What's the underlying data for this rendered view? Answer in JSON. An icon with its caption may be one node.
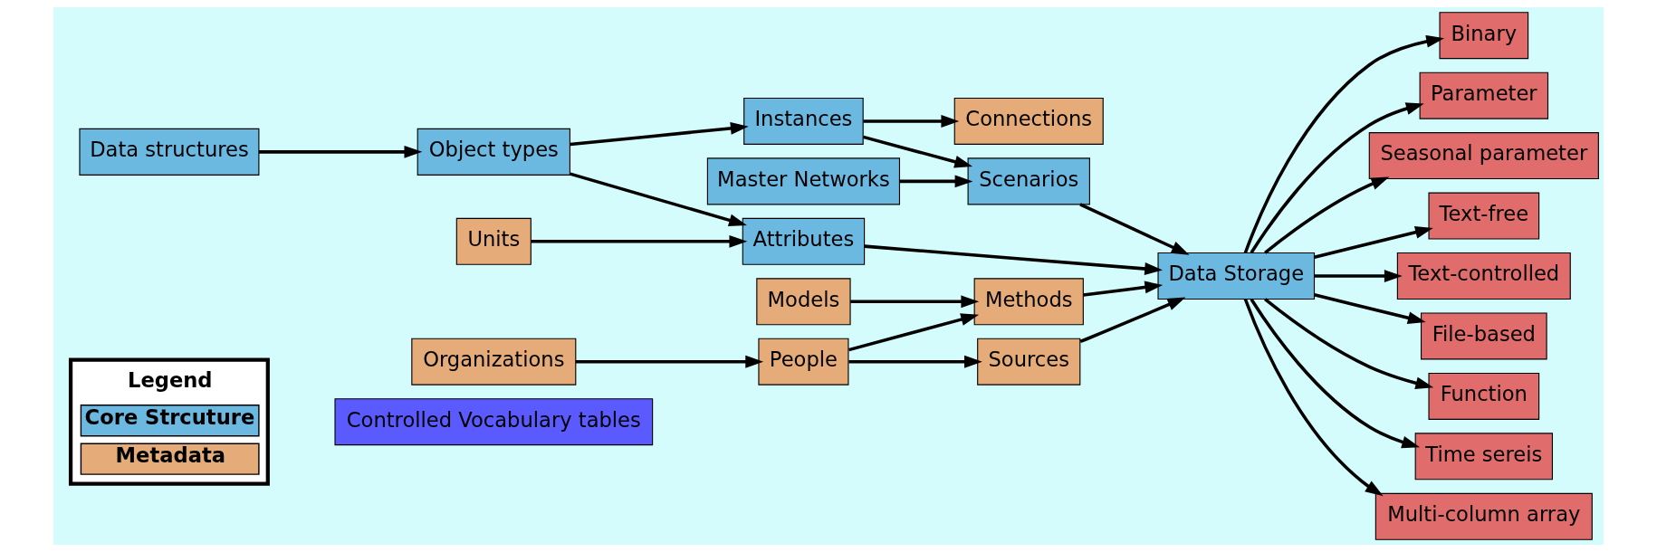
{
  "diagram": {
    "nodes": [
      {
        "text": [
          "Controlled Vocabulary tables"
        ]
      },
      {
        "text": [
          "Data structures"
        ]
      },
      {
        "text": [
          "Object types"
        ]
      },
      {
        "text": [
          "Instances"
        ]
      },
      {
        "text": [
          "Connections"
        ]
      },
      {
        "text": [
          "Master Networks"
        ]
      },
      {
        "text": [
          "Scenarios"
        ]
      },
      {
        "text": [
          "Attributes"
        ]
      },
      {
        "text": [
          "Units"
        ]
      },
      {
        "text": [
          "Data Storage"
        ]
      },
      {
        "text": [
          "Models"
        ]
      },
      {
        "text": [
          "Methods"
        ]
      },
      {
        "text": [
          "Sources"
        ]
      },
      {
        "text": [
          "Organizations"
        ]
      },
      {
        "text": [
          "People"
        ]
      },
      {
        "text": [
          "Binary"
        ]
      },
      {
        "text": [
          "Parameter"
        ]
      },
      {
        "text": [
          "Seasonal parameter"
        ]
      },
      {
        "text": [
          "Text-free"
        ]
      },
      {
        "text": [
          "Text-controlled"
        ]
      },
      {
        "text": [
          "File-based"
        ]
      },
      {
        "text": [
          "Function"
        ]
      },
      {
        "text": [
          "Time sereis"
        ]
      },
      {
        "text": [
          "Multi-column array"
        ]
      }
    ],
    "edges": [
      {
        "from": 1,
        "to": 2,
        "arrow": "to"
      },
      {
        "from": 2,
        "to": 3,
        "arrow": "to"
      },
      {
        "from": 3,
        "to": 4,
        "arrow": "to"
      },
      {
        "from": 3,
        "to": 6,
        "arrow": "to"
      },
      {
        "from": 5,
        "to": 6,
        "arrow": "to"
      },
      {
        "from": 2,
        "to": 7,
        "arrow": "to"
      },
      {
        "from": 6,
        "to": 9,
        "arrow": "to"
      },
      {
        "from": 7,
        "to": 9,
        "arrow": "to"
      },
      {
        "from": 8,
        "to": 7,
        "arrow": "to"
      },
      {
        "from": 11,
        "to": 9,
        "arrow": "to"
      },
      {
        "from": 12,
        "to": 9,
        "arrow": "to"
      },
      {
        "from": 10,
        "to": 11,
        "arrow": "to"
      },
      {
        "from": 13,
        "to": 14,
        "arrow": "to"
      },
      {
        "from": 14,
        "to": 11,
        "arrow": "to"
      },
      {
        "from": 14,
        "to": 12,
        "arrow": "to"
      },
      {
        "from": 9,
        "to": 15,
        "arrow": "to"
      },
      {
        "from": 9,
        "to": 16,
        "arrow": "to"
      },
      {
        "from": 9,
        "to": 17,
        "arrow": "to"
      },
      {
        "from": 9,
        "to": 18,
        "arrow": "to"
      },
      {
        "from": 9,
        "to": 19,
        "arrow": "to"
      },
      {
        "from": 9,
        "to": 20,
        "arrow": "to"
      },
      {
        "from": 9,
        "to": 21,
        "arrow": "to"
      },
      {
        "from": 9,
        "to": 22,
        "arrow": "to"
      },
      {
        "from": 9,
        "to": 23,
        "arrow": "to"
      }
    ],
    "labels": [
      "Legend"
    ],
    "legend": [
      {
        "text": "Core Strcuture",
        "color": "#6bb8e0"
      },
      {
        "text": "Metadata",
        "color": "#e5ab78"
      }
    ]
  }
}
